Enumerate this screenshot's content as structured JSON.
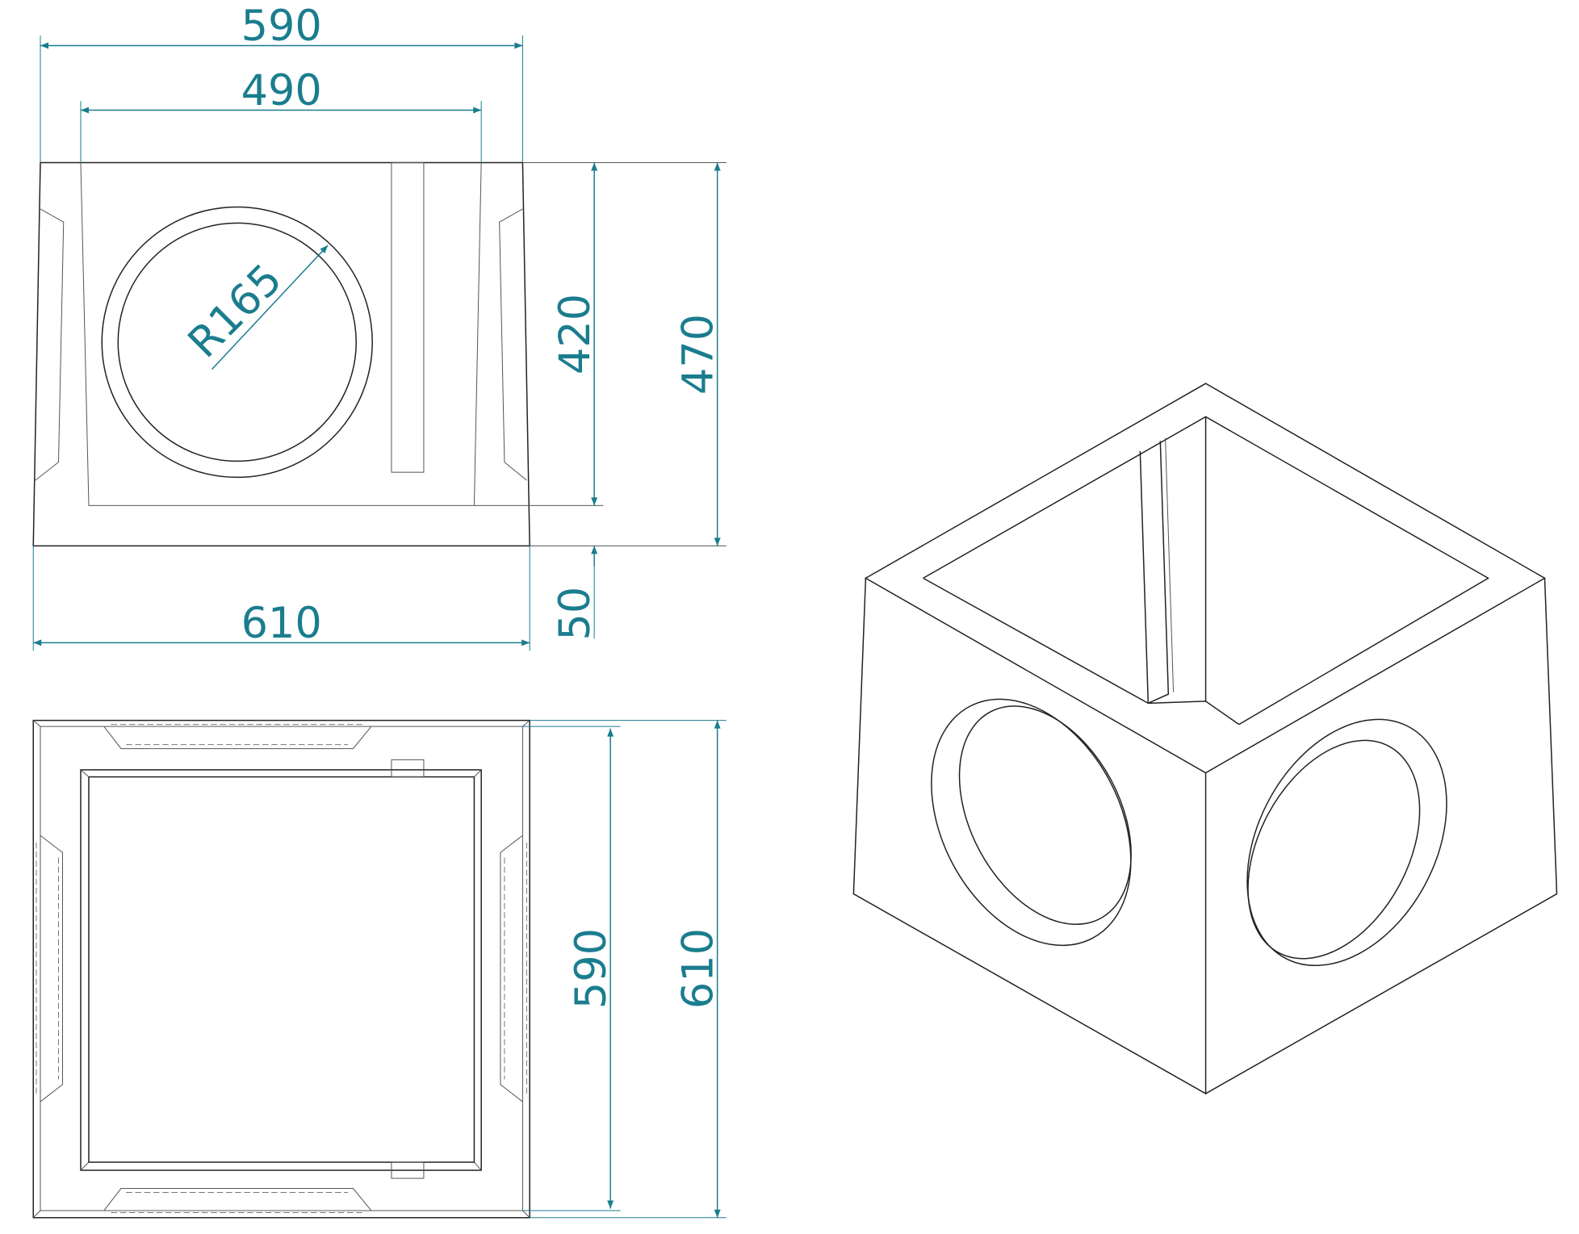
{
  "drawing": {
    "colors": {
      "dimension": "#1a7d8e",
      "outline": "#222222"
    },
    "front_view": {
      "top_outer_width": "590",
      "top_inner_width": "490",
      "inner_height": "420",
      "total_height": "470",
      "base_thickness": "50",
      "bottom_width": "610",
      "hole_radius": "R165"
    },
    "plan_view": {
      "inner_size": "590",
      "outer_size": "610"
    }
  }
}
